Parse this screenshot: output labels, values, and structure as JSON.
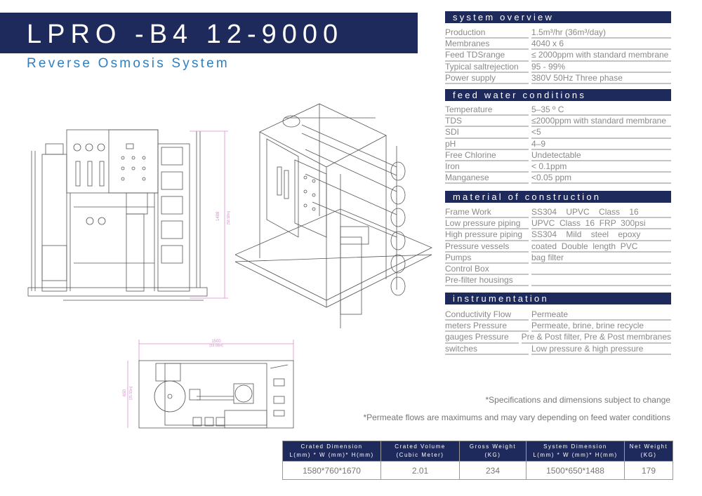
{
  "header": {
    "title": "LPRO -B4 12-9000",
    "subtitle": "Reverse Osmosis System"
  },
  "system_overview": {
    "title": "system overview",
    "rows": [
      {
        "label": "Production",
        "value": "1.5m³/hr (36m³/day)"
      },
      {
        "label": "Membranes",
        "value": "4040 x 6"
      },
      {
        "label": "Feed TDSrange",
        "value": "≤ 2000ppm with standard membrane"
      },
      {
        "label": "Typical saltrejection",
        "value": "95 - 99%"
      },
      {
        "label": "Power supply",
        "value": "380V 50Hz Three phase"
      }
    ]
  },
  "feed_water": {
    "title": "feed water conditions",
    "rows": [
      {
        "label": "Temperature",
        "value": "5–35 º C"
      },
      {
        "label": "TDS",
        "value": "≤2000ppm with standard membrane"
      },
      {
        "label": "SDI",
        "value": "<5"
      },
      {
        "label": "pH",
        "value": "4–9"
      },
      {
        "label": "Free Chlorine",
        "value": "Undetectable"
      },
      {
        "label": "Iron",
        "value": "< 0.1ppm"
      },
      {
        "label": "Manganese",
        "value": "<0.05 ppm"
      }
    ]
  },
  "material": {
    "title": "material of construction",
    "rows": [
      {
        "label": "Frame Work",
        "value": "SS304    UPVC    Class    16"
      },
      {
        "label": "Low pressure piping",
        "value": "UPVC  Class  16  FRP  300psi"
      },
      {
        "label": "High pressure piping",
        "value": "SS304    Mild    steel    epoxy"
      },
      {
        "label": "Pressure vessels",
        "value": "coated  Double  length  PVC"
      },
      {
        "label": "Pumps",
        "value": "bag filter"
      },
      {
        "label": "Control Box",
        "value": ""
      },
      {
        "label": "Pre-filter housings",
        "value": ""
      }
    ]
  },
  "instrumentation": {
    "title": "instrumentation",
    "rows": [
      {
        "label": "Conductivity   Flow",
        "value": "Permeate"
      },
      {
        "label": "meters    Pressure",
        "value": "Permeate, brine, brine recycle"
      },
      {
        "label": "gauges    Pressure",
        "value": "Pre & Post filter, Pre & Post membranes"
      },
      {
        "label": "switches",
        "value": "Low pressure & high pressure"
      }
    ]
  },
  "notes": [
    "*Specifications and dimensions subject to change",
    "*Permeate flows are maximums and may vary depending on feed water conditions"
  ],
  "drawing_dims": {
    "length": "1500",
    "length_in": "[59.06in]",
    "height": "1488",
    "height_in": "[58.58in]",
    "width": "650",
    "width_in": "[25.59in]"
  },
  "spec_table": {
    "headers": [
      [
        "Crated Dimension",
        "L(mm) * W (mm)* H(mm)"
      ],
      [
        "Crated Volume",
        "(Cubic Meter)"
      ],
      [
        "Gross Weight",
        "(KG)"
      ],
      [
        "System Dimension",
        "L(mm) * W (mm)* H(mm)"
      ],
      [
        "Net Weight",
        "(KG)"
      ]
    ],
    "values": [
      "1580*760*1670",
      "2.01",
      "234",
      "1500*650*1488",
      "179"
    ]
  },
  "colors": {
    "navy": "#1f2a5c",
    "accent_blue": "#2f7fc1",
    "dimension_pink": "#d88fcf"
  }
}
